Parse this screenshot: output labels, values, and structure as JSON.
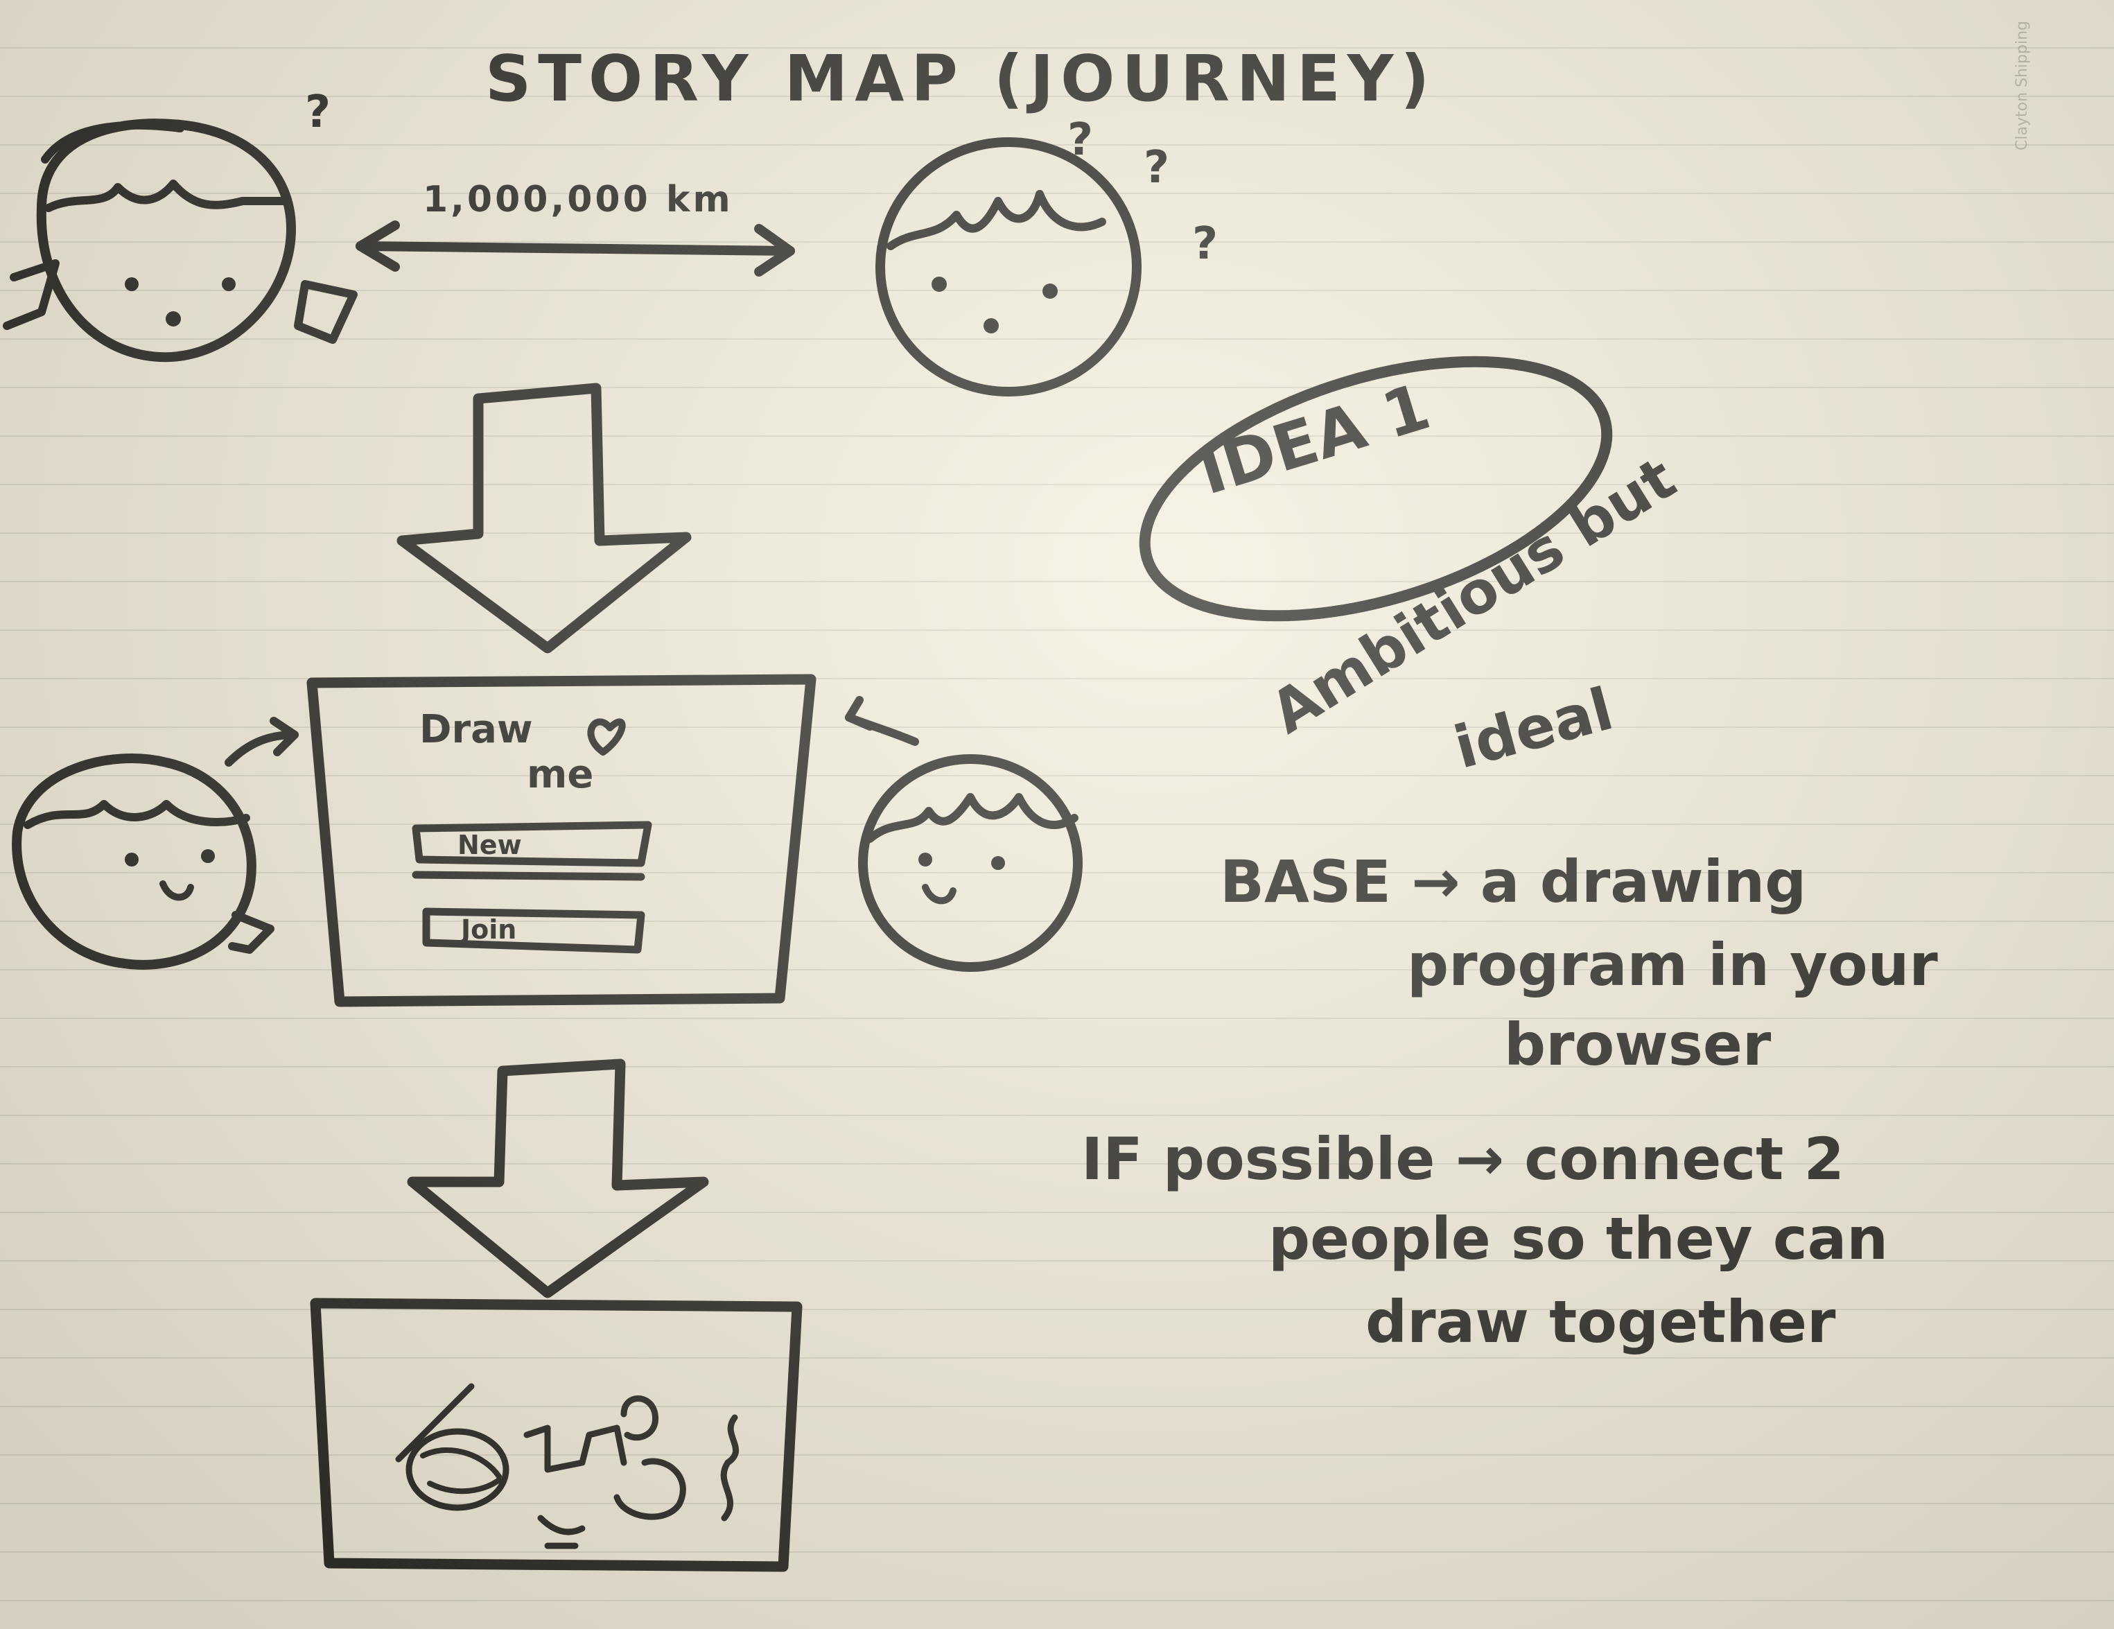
{
  "title": "STORY MAP (JOURNEY)",
  "distance_label": "1,000,000 km",
  "question_mark": "?",
  "screen": {
    "title_line1": "Draw",
    "title_line2": "me",
    "button_new": "New",
    "button_join": "Join"
  },
  "idea": {
    "badge": "IDEA 1",
    "comment_line1": "Ambitious but",
    "comment_line2": "ideal"
  },
  "base": {
    "line1": "BASE → a drawing",
    "line2": "program in your",
    "line3": "browser"
  },
  "possible": {
    "line1": "IF possible → connect 2",
    "line2": "people so they can",
    "line3": "draw together"
  },
  "paper_brand": "Clayton Shipping"
}
